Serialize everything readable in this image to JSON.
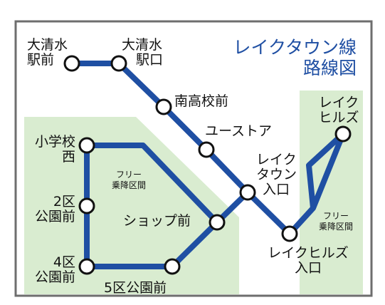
{
  "title": {
    "line1": "レイクタウン線",
    "line2": "路線図"
  },
  "colors": {
    "line": "#1f4fa3",
    "zone": "#d9ecd0",
    "frame": "#6e6e6e",
    "station_fill": "#ffffff",
    "title": "#1f4fa3"
  },
  "stations": {
    "oshimizu_ekimae": {
      "l1": "大清水",
      "l2": "駅前"
    },
    "oshimizu_ekiguchi": {
      "l1": "大清水",
      "l2": "駅口"
    },
    "minami_koukoumae": {
      "l1": "南高校前"
    },
    "yuu_store": {
      "l1": "ユーストア"
    },
    "lake_town_iriguchi": {
      "l1": "レイク",
      "l2": "タウン",
      "l3": "入口"
    },
    "lake_hills": {
      "l1": "レイク",
      "l2": "ヒルズ"
    },
    "lake_hills_iriguchi": {
      "l1": "レイクヒルズ",
      "l2": "入口"
    },
    "shogakko_nishi": {
      "l1": "小学校",
      "l2": "西"
    },
    "ku2_kouenmae": {
      "l1": "2区",
      "l2": "公園前"
    },
    "ku4_kouenmae": {
      "l1": "4区",
      "l2": "公園前"
    },
    "ku5_kouenmae": {
      "l1": "5区公園前"
    },
    "shop_mae": {
      "l1": "ショップ前"
    }
  },
  "zones": {
    "left": {
      "l1": "フリー",
      "l2": "乗降区間"
    },
    "right": {
      "l1": "フリー",
      "l2": "乗降区間"
    }
  }
}
